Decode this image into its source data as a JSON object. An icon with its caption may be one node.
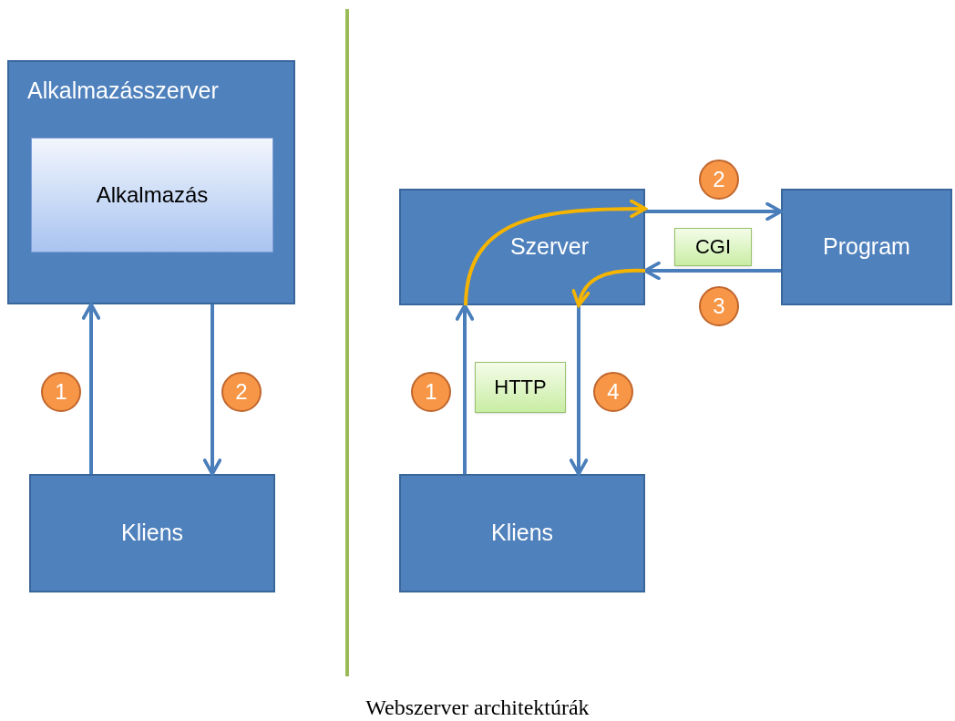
{
  "diagram": {
    "caption": "Webszerver architektúrák",
    "nodes": [
      {
        "text": [
          "Alkalmazásszerver"
        ]
      },
      {
        "text": [
          "Alkalmazás"
        ],
        "in": 0
      },
      {
        "text": [
          "Kliens"
        ]
      },
      {
        "text": [
          "Szerver"
        ]
      },
      {
        "text": [
          "Program"
        ]
      },
      {
        "text": [
          "Kliens"
        ]
      },
      {
        "text": [
          "CGI"
        ]
      },
      {
        "text": [
          "HTTP"
        ]
      },
      {
        "text": [
          "1"
        ]
      },
      {
        "text": [
          "2"
        ]
      },
      {
        "text": [
          "2"
        ]
      },
      {
        "text": [
          "3"
        ]
      },
      {
        "text": [
          "1"
        ]
      },
      {
        "text": [
          "4"
        ]
      }
    ],
    "edges": [
      {
        "from": 2,
        "to": 0,
        "arrow": "to"
      },
      {
        "from": 0,
        "to": 2,
        "arrow": "to"
      },
      {
        "from": 5,
        "to": 3,
        "arrow": "to"
      },
      {
        "from": 3,
        "to": 4,
        "arrow": "to"
      },
      {
        "from": 4,
        "to": 3,
        "arrow": "to"
      },
      {
        "from": 3,
        "to": 5,
        "arrow": "to"
      },
      {
        "from": 3,
        "to": 3,
        "arrow": "to",
        "color": "#f5b400"
      },
      {
        "from": 3,
        "to": 3,
        "arrow": "to",
        "color": "#f5b400"
      }
    ]
  }
}
